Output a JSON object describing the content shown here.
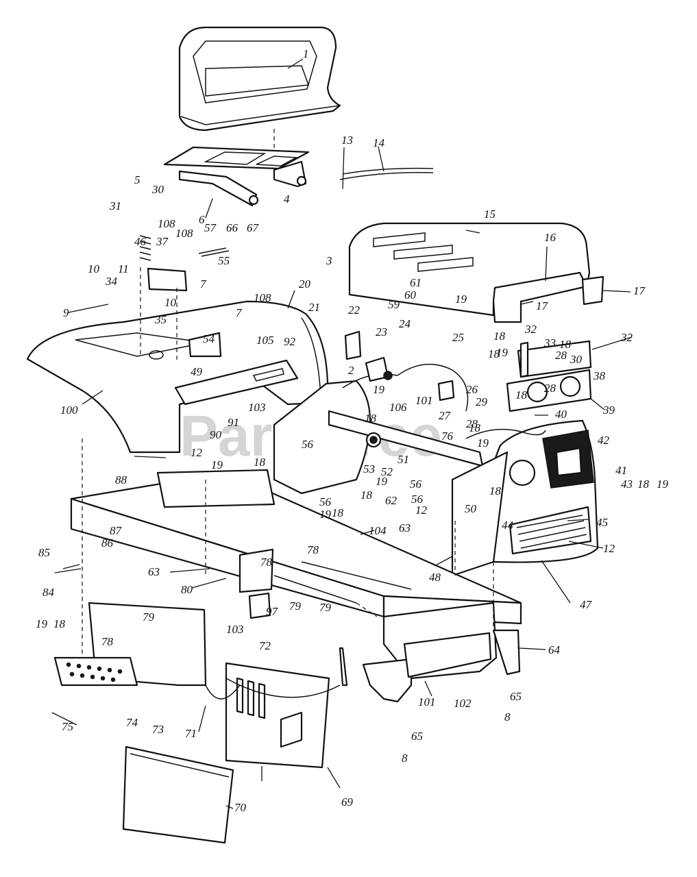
{
  "watermark": "PartsTree",
  "callouts": [
    {
      "id": "c1",
      "text": "1"
    },
    {
      "id": "c2",
      "text": "2"
    },
    {
      "id": "c3",
      "text": "3"
    },
    {
      "id": "c4",
      "text": "4"
    },
    {
      "id": "c5",
      "text": "5"
    },
    {
      "id": "c6",
      "text": "6"
    },
    {
      "id": "c7a",
      "text": "7"
    },
    {
      "id": "c7b",
      "text": "7"
    },
    {
      "id": "c8a",
      "text": "8"
    },
    {
      "id": "c8b",
      "text": "8"
    },
    {
      "id": "c9",
      "text": "9"
    },
    {
      "id": "c10a",
      "text": "10"
    },
    {
      "id": "c10b",
      "text": "10"
    },
    {
      "id": "c11",
      "text": "11"
    },
    {
      "id": "c12a",
      "text": "12"
    },
    {
      "id": "c12b",
      "text": "12"
    },
    {
      "id": "c12c",
      "text": "12"
    },
    {
      "id": "c13",
      "text": "13"
    },
    {
      "id": "c14",
      "text": "14"
    },
    {
      "id": "c15",
      "text": "15"
    },
    {
      "id": "c16",
      "text": "16"
    },
    {
      "id": "c17a",
      "text": "17"
    },
    {
      "id": "c17b",
      "text": "17"
    },
    {
      "id": "c18a",
      "text": "18"
    },
    {
      "id": "c18b",
      "text": "18"
    },
    {
      "id": "c18c",
      "text": "18"
    },
    {
      "id": "c18d",
      "text": "18"
    },
    {
      "id": "c18e",
      "text": "18"
    },
    {
      "id": "c18f",
      "text": "18"
    },
    {
      "id": "c18g",
      "text": "18"
    },
    {
      "id": "c18h",
      "text": "18"
    },
    {
      "id": "c18i",
      "text": "18"
    },
    {
      "id": "c18j",
      "text": "18"
    },
    {
      "id": "c18k",
      "text": "18"
    },
    {
      "id": "c18l",
      "text": "18"
    },
    {
      "id": "c19a",
      "text": "19"
    },
    {
      "id": "c19b",
      "text": "19"
    },
    {
      "id": "c19c",
      "text": "19"
    },
    {
      "id": "c19d",
      "text": "19"
    },
    {
      "id": "c19e",
      "text": "19"
    },
    {
      "id": "c19f",
      "text": "19"
    },
    {
      "id": "c19g",
      "text": "19"
    },
    {
      "id": "c19h",
      "text": "19"
    },
    {
      "id": "c19i",
      "text": "19"
    },
    {
      "id": "c20",
      "text": "20"
    },
    {
      "id": "c21",
      "text": "21"
    },
    {
      "id": "c22",
      "text": "22"
    },
    {
      "id": "c23",
      "text": "23"
    },
    {
      "id": "c24",
      "text": "24"
    },
    {
      "id": "c25",
      "text": "25"
    },
    {
      "id": "c26",
      "text": "26"
    },
    {
      "id": "c27",
      "text": "27"
    },
    {
      "id": "c28a",
      "text": "28"
    },
    {
      "id": "c28b",
      "text": "28"
    },
    {
      "id": "c28c",
      "text": "28"
    },
    {
      "id": "c29",
      "text": "29"
    },
    {
      "id": "c30a",
      "text": "30"
    },
    {
      "id": "c30b",
      "text": "30"
    },
    {
      "id": "c31",
      "text": "31"
    },
    {
      "id": "c32a",
      "text": "32"
    },
    {
      "id": "c32b",
      "text": "32"
    },
    {
      "id": "c33",
      "text": "33"
    },
    {
      "id": "c34",
      "text": "34"
    },
    {
      "id": "c35",
      "text": "35"
    },
    {
      "id": "c37",
      "text": "37"
    },
    {
      "id": "c38",
      "text": "38"
    },
    {
      "id": "c39",
      "text": "39"
    },
    {
      "id": "c40",
      "text": "40"
    },
    {
      "id": "c41",
      "text": "41"
    },
    {
      "id": "c42",
      "text": "42"
    },
    {
      "id": "c43",
      "text": "43"
    },
    {
      "id": "c44",
      "text": "44"
    },
    {
      "id": "c45",
      "text": "45"
    },
    {
      "id": "c46",
      "text": "46"
    },
    {
      "id": "c47",
      "text": "47"
    },
    {
      "id": "c48",
      "text": "48"
    },
    {
      "id": "c49",
      "text": "49"
    },
    {
      "id": "c50",
      "text": "50"
    },
    {
      "id": "c51",
      "text": "51"
    },
    {
      "id": "c52",
      "text": "52"
    },
    {
      "id": "c53",
      "text": "53"
    },
    {
      "id": "c54",
      "text": "54"
    },
    {
      "id": "c55",
      "text": "55"
    },
    {
      "id": "c56a",
      "text": "56"
    },
    {
      "id": "c56b",
      "text": "56"
    },
    {
      "id": "c56c",
      "text": "56"
    },
    {
      "id": "c56d",
      "text": "56"
    },
    {
      "id": "c57",
      "text": "57"
    },
    {
      "id": "c59",
      "text": "59"
    },
    {
      "id": "c60",
      "text": "60"
    },
    {
      "id": "c61",
      "text": "61"
    },
    {
      "id": "c62",
      "text": "62"
    },
    {
      "id": "c63a",
      "text": "63"
    },
    {
      "id": "c63b",
      "text": "63"
    },
    {
      "id": "c64",
      "text": "64"
    },
    {
      "id": "c65a",
      "text": "65"
    },
    {
      "id": "c65b",
      "text": "65"
    },
    {
      "id": "c66",
      "text": "66"
    },
    {
      "id": "c67",
      "text": "67"
    },
    {
      "id": "c69",
      "text": "69"
    },
    {
      "id": "c70",
      "text": "70"
    },
    {
      "id": "c71",
      "text": "71"
    },
    {
      "id": "c72",
      "text": "72"
    },
    {
      "id": "c73",
      "text": "73"
    },
    {
      "id": "c74",
      "text": "74"
    },
    {
      "id": "c75",
      "text": "75"
    },
    {
      "id": "c76",
      "text": "76"
    },
    {
      "id": "c78a",
      "text": "78"
    },
    {
      "id": "c78b",
      "text": "78"
    },
    {
      "id": "c78c",
      "text": "78"
    },
    {
      "id": "c79a",
      "text": "79"
    },
    {
      "id": "c79b",
      "text": "79"
    },
    {
      "id": "c79c",
      "text": "79"
    },
    {
      "id": "c80",
      "text": "80"
    },
    {
      "id": "c84",
      "text": "84"
    },
    {
      "id": "c85",
      "text": "85"
    },
    {
      "id": "c86",
      "text": "86"
    },
    {
      "id": "c87",
      "text": "87"
    },
    {
      "id": "c88",
      "text": "88"
    },
    {
      "id": "c90",
      "text": "90"
    },
    {
      "id": "c91",
      "text": "91"
    },
    {
      "id": "c92",
      "text": "92"
    },
    {
      "id": "c97",
      "text": "97"
    },
    {
      "id": "c100",
      "text": "100"
    },
    {
      "id": "c101a",
      "text": "101"
    },
    {
      "id": "c101b",
      "text": "101"
    },
    {
      "id": "c102",
      "text": "102"
    },
    {
      "id": "c103a",
      "text": "103"
    },
    {
      "id": "c103b",
      "text": "103"
    },
    {
      "id": "c104",
      "text": "104"
    },
    {
      "id": "c105",
      "text": "105"
    },
    {
      "id": "c106",
      "text": "106"
    },
    {
      "id": "c108a",
      "text": "108"
    },
    {
      "id": "c108b",
      "text": "108"
    },
    {
      "id": "c108c",
      "text": "108"
    }
  ]
}
